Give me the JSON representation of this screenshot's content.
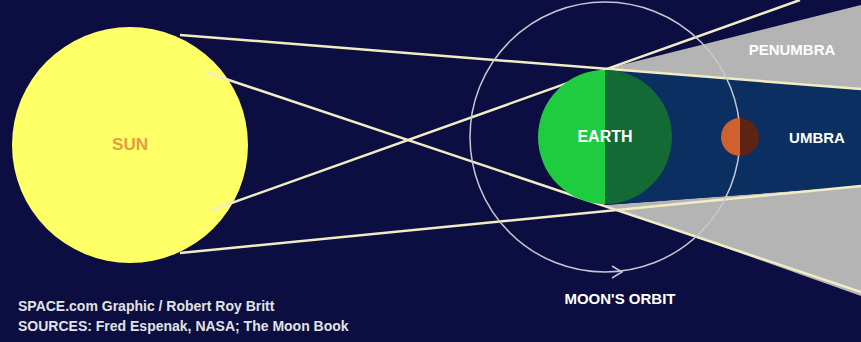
{
  "diagram": {
    "nodes": [
      {
        "text": [
          "SUN"
        ]
      },
      {
        "text": [
          "EARTH"
        ]
      },
      {
        "text": [
          "PENUMBRA"
        ]
      },
      {
        "text": [
          "UMBRA"
        ]
      }
    ],
    "labels": [
      "MOON'S ORBIT",
      "SPACE.com Graphic / Robert Roy Britt",
      "SOURCES: Fred Espenak, NASA; The Moon Book"
    ]
  }
}
